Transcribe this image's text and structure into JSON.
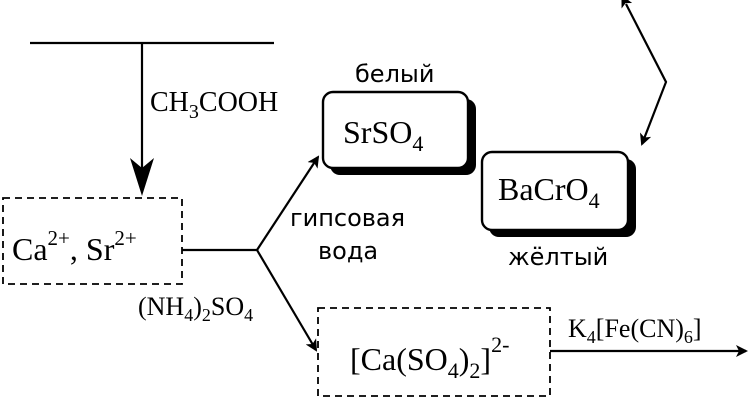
{
  "reagents": {
    "acetic_acid": {
      "prefix": "CH",
      "s1": "3",
      "mid": "COOH"
    },
    "ammonium_sulfate": {
      "p1": "(NH",
      "s1": "4",
      "p2": ")",
      "s2": "2",
      "p3": "SO",
      "s3": "4"
    },
    "gypsum_water_line1": "гипсовая",
    "gypsum_water_line2": "вода",
    "potassium_ferrocyanide": {
      "p1": "K",
      "s1": "4",
      "p2": "[Fe(CN)",
      "s2": "6",
      "p3": "]"
    }
  },
  "boxes": {
    "start_ions": {
      "ca": "Ca",
      "ca_charge": "2+",
      "sep": ", Sr",
      "sr_charge": "2+"
    },
    "strontium_sulfate": {
      "p1": "SrSO",
      "s1": "4",
      "color_label": "белый"
    },
    "barium_chromate": {
      "p1": "BaCrO",
      "s1": "4",
      "color_label": "жёлтый"
    },
    "calcium_complex": {
      "p1": "[Ca(SO",
      "s1": "4",
      "p2": ")",
      "s2": "2",
      "p3": "]",
      "charge": "2-"
    }
  }
}
